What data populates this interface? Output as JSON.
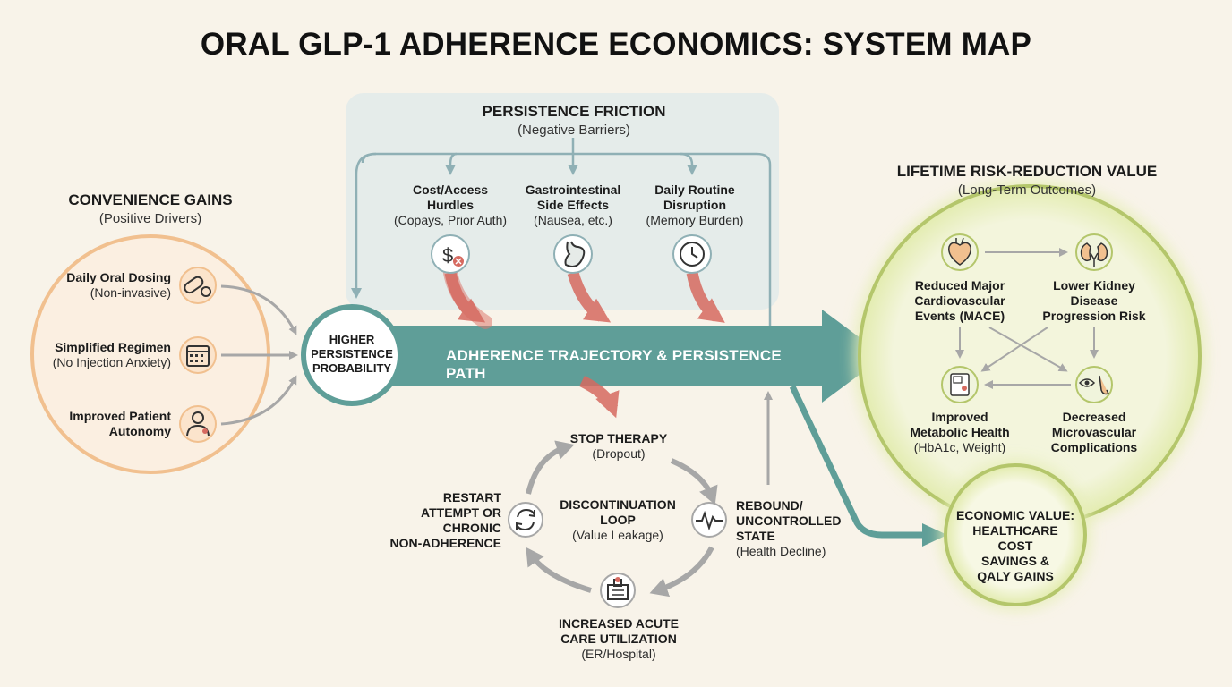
{
  "title": "ORAL GLP-1 ADHERENCE ECONOMICS: SYSTEM MAP",
  "convenience": {
    "heading": "CONVENIENCE GAINS",
    "subheading": "(Positive Drivers)",
    "items": [
      {
        "label": "Daily Oral Dosing",
        "detail": "(Non-invasive)",
        "icon": "pill-icon"
      },
      {
        "label": "Simplified Regimen",
        "detail": "(No Injection Anxiety)",
        "icon": "calendar-icon"
      },
      {
        "label": "Improved Patient",
        "detail": "Autonomy",
        "icon": "patient-icon"
      }
    ]
  },
  "hub": {
    "line1": "HIGHER",
    "line2": "PERSISTENCE",
    "line3": "PROBABILITY"
  },
  "main_arrow_label": "ADHERENCE TRAJECTORY & PERSISTENCE PATH",
  "friction": {
    "heading": "PERSISTENCE FRICTION",
    "subheading": "(Negative Barriers)",
    "items": [
      {
        "line1": "Cost/Access",
        "line2": "Hurdles",
        "detail": "(Copays, Prior Auth)",
        "icon": "cost-icon"
      },
      {
        "line1": "Gastrointestinal",
        "line2": "Side Effects",
        "detail": "(Nausea, etc.)",
        "icon": "stomach-icon"
      },
      {
        "line1": "Daily Routine",
        "line2": "Disruption",
        "detail": "(Memory Burden)",
        "icon": "clock-icon"
      }
    ]
  },
  "loop": {
    "center_line1": "DISCONTINUATION",
    "center_line2": "LOOP",
    "center_detail": "(Value Leakage)",
    "stop": {
      "line1": "STOP THERAPY",
      "detail": "(Dropout)"
    },
    "rebound": {
      "line1": "REBOUND/",
      "line2": "UNCONTROLLED",
      "line3": "STATE",
      "detail": "(Health Decline)"
    },
    "acute": {
      "line1": "INCREASED ACUTE",
      "line2": "CARE UTILIZATION",
      "detail": "(ER/Hospital)"
    },
    "restart": {
      "line1": "RESTART",
      "line2": "ATTEMPT OR",
      "line3": "CHRONIC",
      "line4": "NON-ADHERENCE"
    }
  },
  "lifetime": {
    "heading": "LIFETIME RISK-REDUCTION VALUE",
    "subheading": "(Long-Term Outcomes)",
    "mace": {
      "line1": "Reduced Major",
      "line2": "Cardiovascular",
      "line3": "Events (MACE)"
    },
    "kidney": {
      "line1": "Lower Kidney",
      "line2": "Disease",
      "line3": "Progression Risk"
    },
    "metabolic": {
      "line1": "Improved",
      "line2": "Metabolic Health",
      "line3": "(HbA1c, Weight)"
    },
    "micro": {
      "line1": "Decreased",
      "line2": "Microvascular",
      "line3": "Complications"
    }
  },
  "economic": {
    "line1": "ECONOMIC VALUE:",
    "line2": "HEALTHCARE COST",
    "line3": "SAVINGS &",
    "line4": "QALY GAINS"
  },
  "colors": {
    "teal": "#5f9e98",
    "orange": "#f1c08f",
    "green": "#b4c66b",
    "red": "#d66a60",
    "gray": "#a7a7a7",
    "panel": "#e6ebe8"
  }
}
